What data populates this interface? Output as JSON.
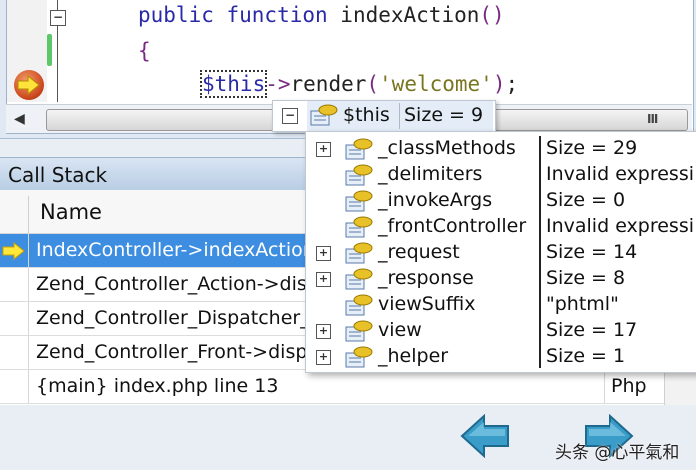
{
  "editor": {
    "code_lines": [
      {
        "keyword": "public function ",
        "name": "indexAction",
        "parens": "()"
      },
      {
        "brace": "{"
      },
      {
        "var": "$this",
        "op": "->",
        "call": "render",
        "open": "(",
        "str": "'welcome'",
        "close": ")",
        "end": ";"
      }
    ],
    "scroll_left_glyph": "◀",
    "scroll_grip": "III"
  },
  "datatip": {
    "root": {
      "name": "$this",
      "value": "Size = 9",
      "collapse_glyph": "−"
    },
    "members": [
      {
        "name": "_classMethods",
        "value": "Size = 29",
        "expandable": true
      },
      {
        "name": "_delimiters",
        "value": "Invalid expressi",
        "expandable": false
      },
      {
        "name": "_invokeArgs",
        "value": "Size = 0",
        "expandable": false
      },
      {
        "name": "_frontController",
        "value": "Invalid expressi",
        "expandable": false
      },
      {
        "name": "_request",
        "value": "Size = 14",
        "expandable": true
      },
      {
        "name": "_response",
        "value": "Size = 8",
        "expandable": true
      },
      {
        "name": "viewSuffix",
        "value": "\"phtml\"",
        "expandable": false
      },
      {
        "name": "view",
        "value": "Size = 17",
        "expandable": true
      },
      {
        "name": "_helper",
        "value": "Size = 1",
        "expandable": true
      }
    ],
    "expand_glyph": "+"
  },
  "callstack": {
    "title": "Call Stack",
    "column_name": "Name",
    "rows": [
      {
        "name": "IndexController->indexAction",
        "selected": true,
        "language": ""
      },
      {
        "name": "Zend_Controller_Action->dispatch",
        "selected": false,
        "language": ""
      },
      {
        "name": "Zend_Controller_Dispatcher_Standard->dispatch",
        "selected": false,
        "language": ""
      },
      {
        "name": "Zend_Controller_Front->dispatch",
        "selected": false,
        "language": ""
      },
      {
        "name": "{main} index.php line 13",
        "selected": false,
        "language": "Php"
      }
    ]
  },
  "nav": {
    "back_label": "Back",
    "forward_label": "Forward"
  },
  "watermark": "头条 @心平氣和",
  "colors": {
    "selection": "#3d8ee0",
    "keyword": "#2a2aa8",
    "string": "#7a7520",
    "nav_arrow": "#2a8fb8"
  }
}
